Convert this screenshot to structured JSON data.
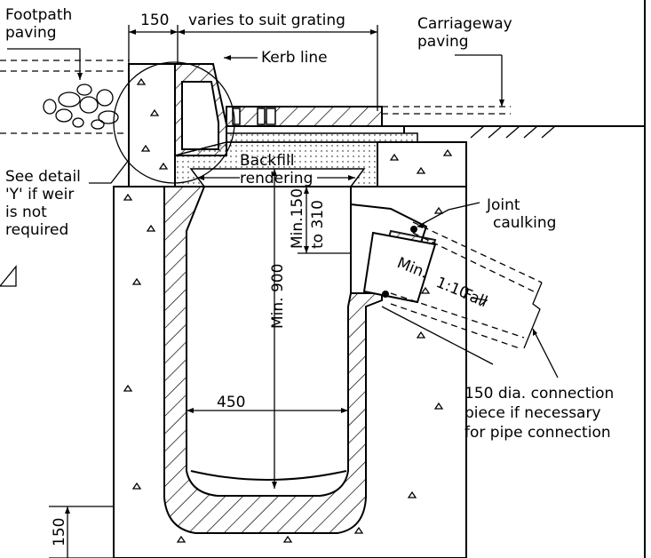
{
  "labels": {
    "footpath_paving_1": "Footpath",
    "footpath_paving_2": "paving",
    "dim_150_top": "150",
    "varies_grating": "varies to suit grating",
    "carriageway_1": "Carriageway",
    "carriageway_2": "paving",
    "kerb_line": "Kerb line",
    "see_detail_1": "See detail",
    "see_detail_2": "'Y' if weir",
    "see_detail_3": "is not",
    "see_detail_4": "required",
    "backfill_1": "Backfill",
    "backfill_2": "rendering",
    "min150_1": "Min.150",
    "min150_2": "to 310",
    "joint_1": "Joint",
    "joint_2": "caulking",
    "min_900": "Min. 900",
    "min": "Min.",
    "fall_ratio": "1:10",
    "fall": "Fall",
    "width_450": "450",
    "conn_1": "150 dia. connection",
    "conn_2": "piece if necessary",
    "conn_3": "for pipe connection",
    "dim_150_bottom": "150"
  }
}
